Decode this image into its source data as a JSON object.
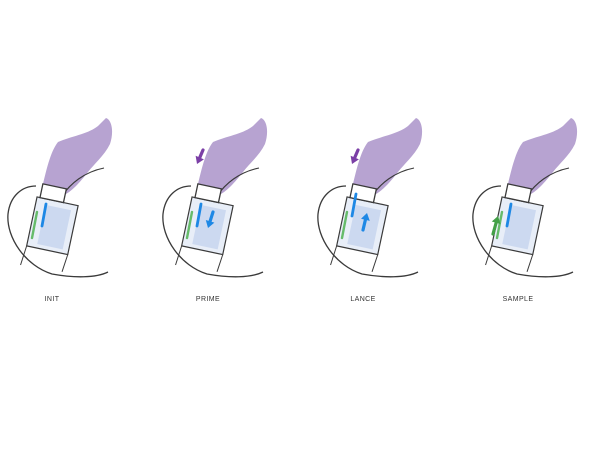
{
  "colors": {
    "finger": "#b7a3d1",
    "finger_stroke": "#2b2b2b",
    "device_fill": "#e8eef8",
    "device_inner": "#c7d5ee",
    "device_stroke": "#3a3a3a",
    "lancet_blue": "#1e88e5",
    "strip_green": "#66bb6a",
    "arrow_purple": "#7b3fa6",
    "arrow_blue": "#1e88e5",
    "arrow_green": "#43a047"
  },
  "steps": [
    {
      "label": "INIT",
      "arrows": []
    },
    {
      "label": "PRIME",
      "arrows": [
        "purple-down",
        "blue-down"
      ]
    },
    {
      "label": "LANCE",
      "arrows": [
        "purple-down",
        "blue-up"
      ]
    },
    {
      "label": "SAMPLE",
      "arrows": [
        "green-up"
      ]
    }
  ]
}
